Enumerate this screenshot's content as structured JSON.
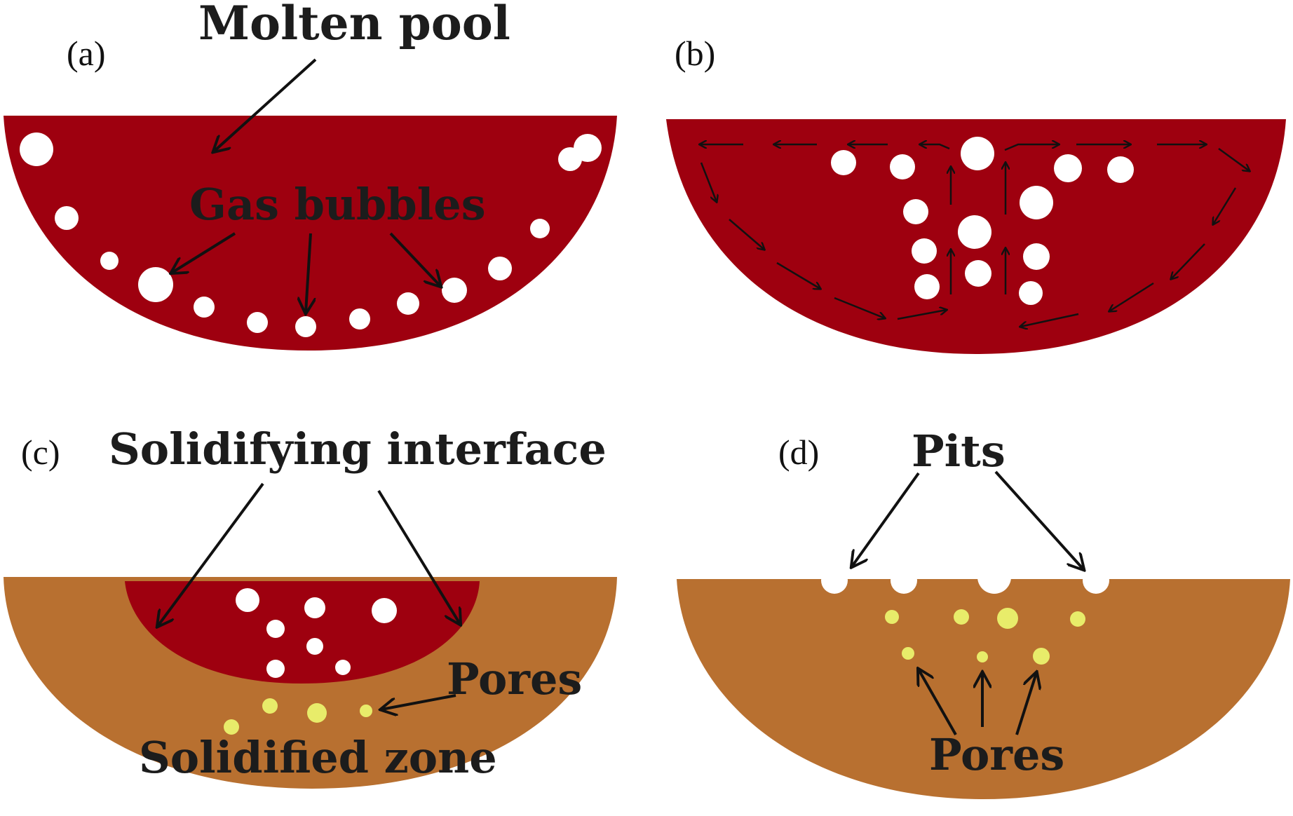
{
  "colors": {
    "molten": "#9e000f",
    "solidified": "#b87030",
    "bubble": "#ffffff",
    "pore": "#e8ec6a",
    "arrow": "#111111",
    "text": "#1c1c1c"
  },
  "panels": {
    "a": {
      "tag": "(a)",
      "molten_pool_label": "Molten pool",
      "gas_bubbles_label": "Gas bubbles"
    },
    "b": {
      "tag": "(b)"
    },
    "c": {
      "tag": "(c)",
      "solidifying_interface_label": "Solidifying interface",
      "pores_label": "Pores",
      "solidified_zone_label": "Solidified zone"
    },
    "d": {
      "tag": "(d)",
      "pits_label": "Pits",
      "pores_label": "Pores"
    }
  }
}
